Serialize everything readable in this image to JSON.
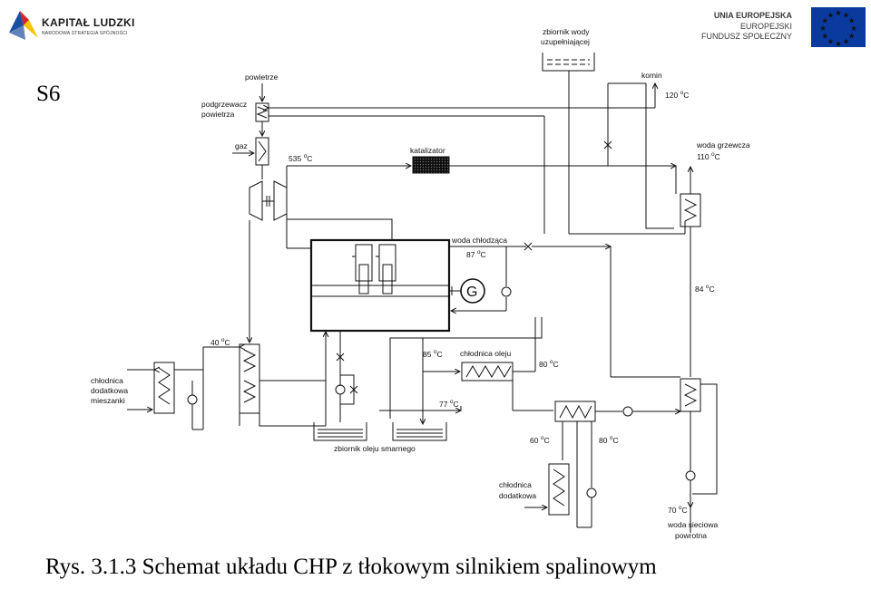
{
  "header": {
    "left_logo": {
      "title": "KAPITAŁ LUDZKI",
      "subtitle": "NARODOWA STRATEGIA SPÓJNOŚCI"
    },
    "right_logo": {
      "line1": "UNIA EUROPEJSKA",
      "line2": "EUROPEJSKI",
      "line3": "FUNDUSZ SPOŁECZNY"
    }
  },
  "slide_number": "S6",
  "diagram": {
    "labels": {
      "tank_top_1": "zbiornik wody",
      "tank_top_2": "uzupełniającej",
      "air": "powietrze",
      "air_heater_1": "podgrzewacz",
      "air_heater_2": "powietrza",
      "gas": "gaz",
      "chimney": "komin",
      "t120": "120",
      "catalyst": "katalizator",
      "t535": "535",
      "heating_water": "woda grzewcza",
      "t110": "110",
      "cooling_water": "woda chłodząca",
      "t87": "87",
      "t84": "84",
      "generator": "G",
      "t40": "40",
      "t85": "85",
      "oil_cooler": "chłodnica oleju",
      "t80a": "80",
      "mix_cooler_1": "chłodnica",
      "mix_cooler_2": "dodatkowa",
      "mix_cooler_3": "mieszanki",
      "t77": "77",
      "oil_tank": "zbiornik oleju smarnego",
      "t60": "60",
      "t80b": "80",
      "aux_cooler_1": "chłodnica",
      "aux_cooler_2": "dodatkowa",
      "t70": "70",
      "network_water_1": "woda sieciowa",
      "network_water_2": "powrotna",
      "deg": "o",
      "c": "C"
    }
  },
  "caption": "Rys. 3.1.3 Schemat układu CHP z tłokowym silnikiem spalinowym",
  "colors": {
    "eu_blue": "#0a3a9e",
    "eu_star": "#ffdd00",
    "kl_blue": "#1a4fa0",
    "kl_red": "#d8232a",
    "kl_yellow": "#f4c400"
  }
}
